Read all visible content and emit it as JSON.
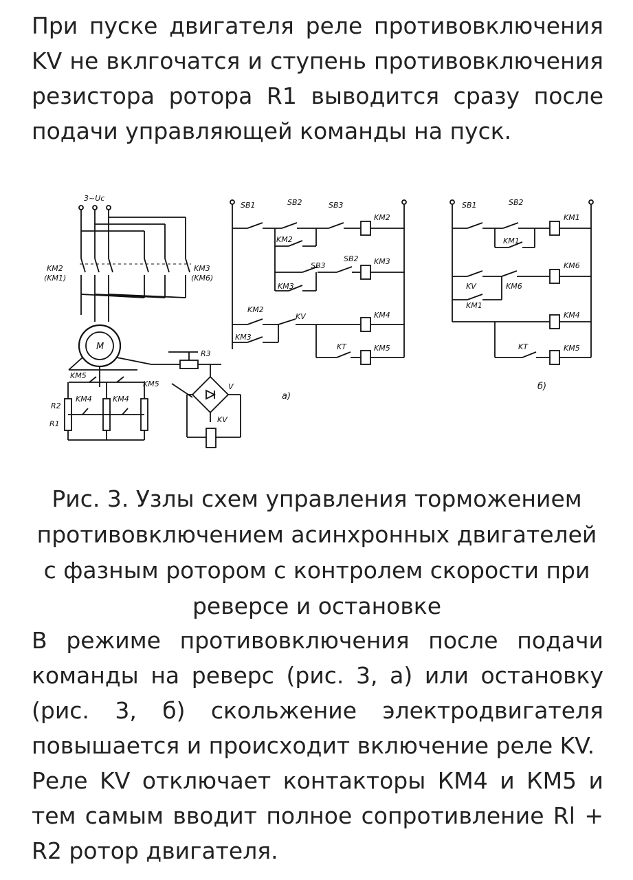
{
  "paragraph_1": "При пуске двигателя реле противовключения KV не вклгочатся и ступень противовключения резистора ротора R1 выводится сразу после подачи управляющей команды на пуск.",
  "caption": "Рис. 3. Узлы схем управления торможением противовключением асинхронных двигателей с фазным ротором с контролем скорости при реверсе и остановке",
  "paragraph_2": "В режиме противовключения после подачи команды на реверс (рис. 3, а) или остановку (рис. 3, б) скольжение электродвигателя повышается и происходит включение реле KV.",
  "paragraph_3": "Реле KV отключает контакторы КМ4 и КМ5 и тем самым вводит полное сопротивление Rl + R2 ротор двигателя.",
  "figure": {
    "supply": "3~Uс",
    "motor": "M",
    "km2_km1": "KM2",
    "km1_paren": "(KM1)",
    "km3": "KM3",
    "km6_paren": "(KM6)",
    "r3": "R3",
    "v": "V",
    "kv": "KV",
    "km5": "KM5",
    "km4": "KM4",
    "r1": "R1",
    "r2": "R2",
    "label_a": "а)",
    "label_b": "б)",
    "a": {
      "sb1": "SB1",
      "sb2": "SB2",
      "sb3": "SB3",
      "km2": "KM2",
      "km3": "KM3",
      "kv": "KV",
      "km4": "KM4",
      "km5": "KM5",
      "kt": "KT"
    },
    "b": {
      "sb1": "SB1",
      "sb2": "SB2",
      "km1": "KM1",
      "km6": "KM6",
      "kv": "KV",
      "km4": "KM4",
      "km5": "KM5",
      "kt": "KT"
    }
  }
}
